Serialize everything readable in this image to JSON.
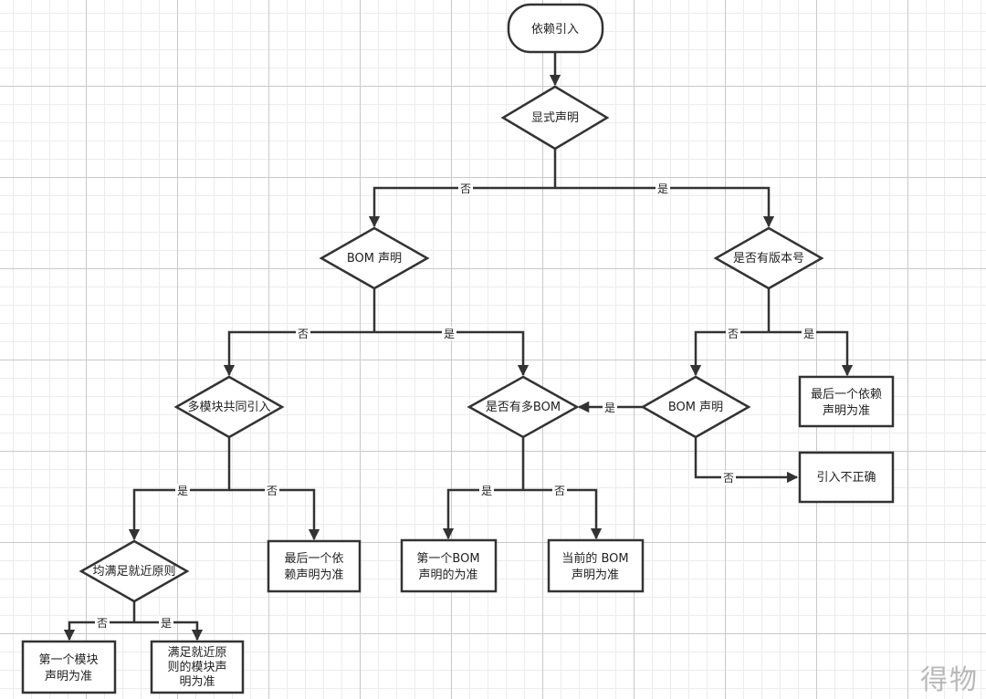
{
  "nodes": {
    "start": "依赖引入",
    "explicit": "显式声明",
    "bom1": "BOM 声明",
    "has_version": "是否有版本号",
    "multi_module": "多模块共同引入",
    "multi_bom": "是否有多BOM",
    "bom2": "BOM 声明",
    "last_dep_1": [
      "最后一个依赖",
      "声明为准"
    ],
    "incorrect": "引入不正确",
    "nearest": "均满足就近原则",
    "last_dep_2": [
      "最后一个依",
      "赖声明为准"
    ],
    "first_bom": [
      "第一个BOM",
      "声明的为准"
    ],
    "current_bom": [
      "当前的 BOM",
      "声明为准"
    ],
    "first_module": [
      "第一个模块",
      "声明为准"
    ],
    "nearest_module": [
      "满足就近原",
      "则的模块声",
      "明为准"
    ]
  },
  "edges": {
    "yes": "是",
    "no": "否"
  },
  "watermark": "得物"
}
